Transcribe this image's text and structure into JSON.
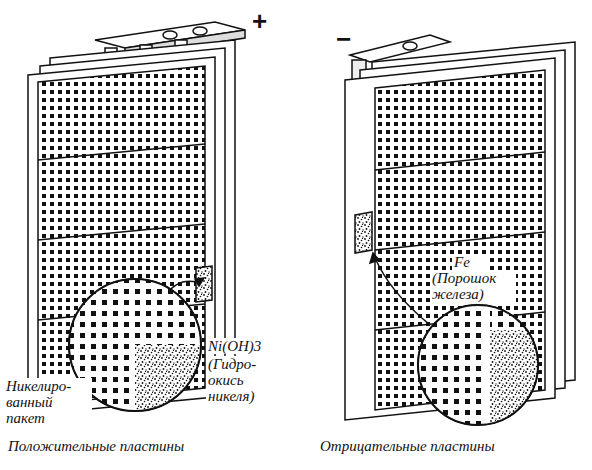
{
  "diagram": {
    "labels": [
      "+",
      "−",
      "Никелиро- ванный пакет",
      "Ni(OH)3",
      "(Гидро- окись никеля)",
      "Fe",
      "(Порошок железа)",
      "Положительные пластины",
      "Отрицательные пластины"
    ]
  }
}
